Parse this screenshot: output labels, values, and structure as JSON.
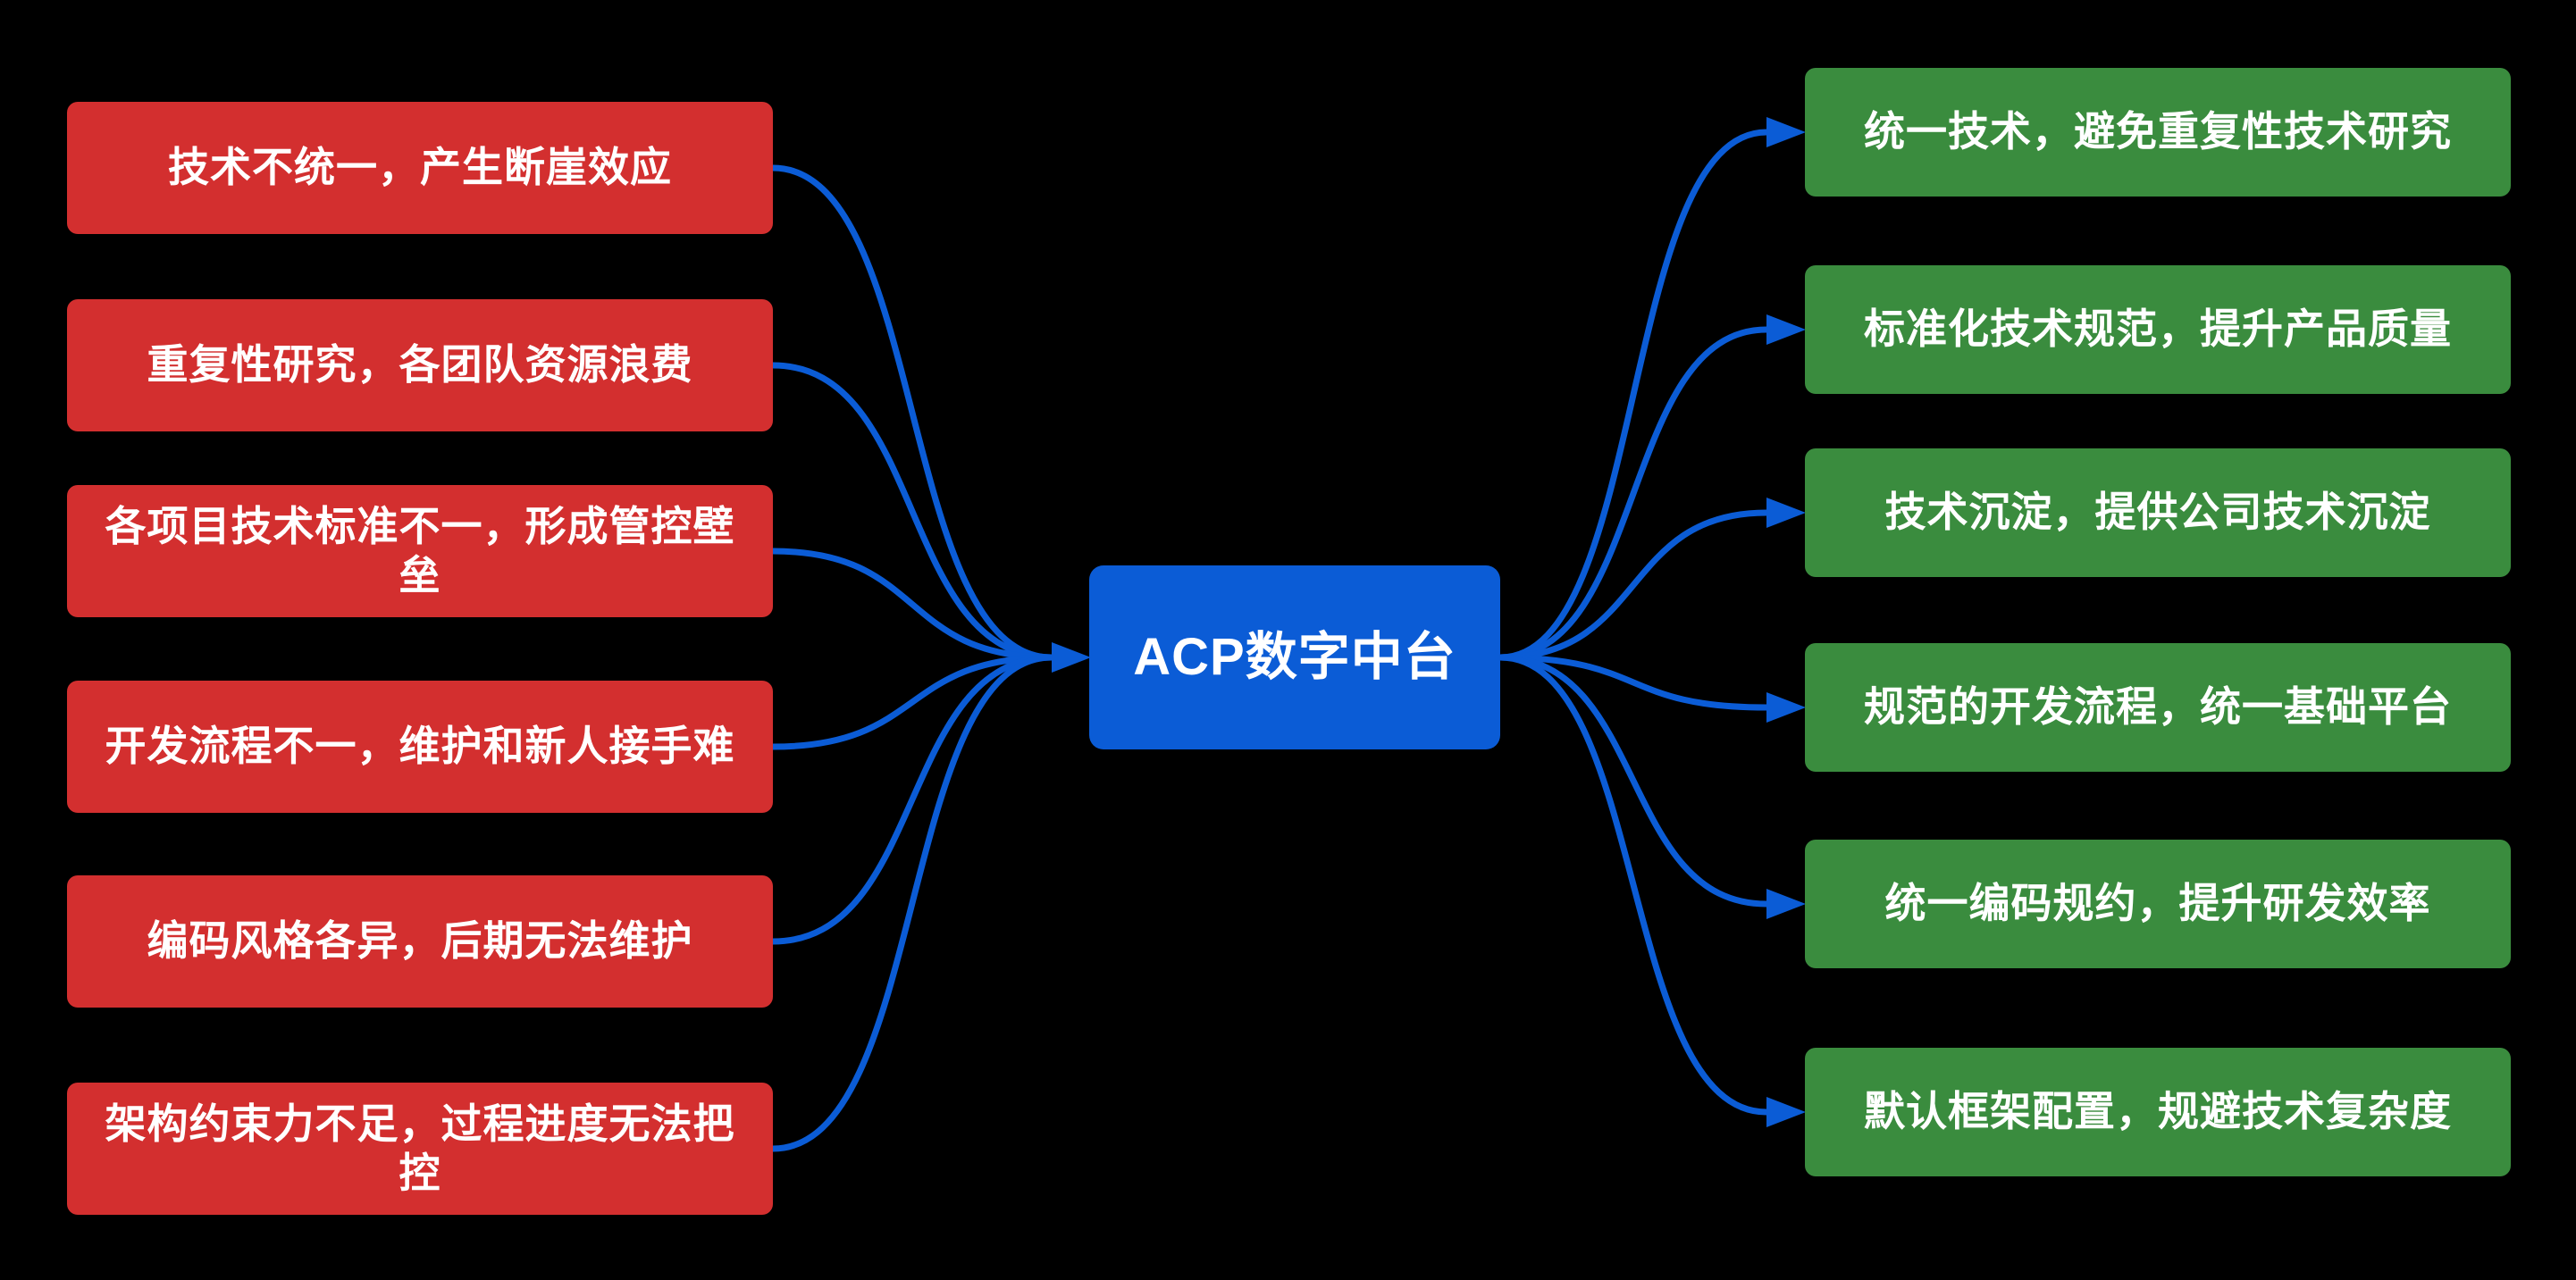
{
  "diagram": {
    "center": {
      "label": "ACP数字中台"
    },
    "problems": [
      "技术不统一，产生断崖效应",
      "重复性研究，各团队资源浪费",
      "各项目技术标准不一，形成管控壁垒",
      "开发流程不一，维护和新人接手难",
      "编码风格各异，后期无法维护",
      "架构约束力不足，过程进度无法把控"
    ],
    "benefits": [
      "统一技术，避免重复性技术研究",
      "标准化技术规范，提升产品质量",
      "技术沉淀，提供公司技术沉淀",
      "规范的开发流程，统一基础平台",
      "统一编码规约，提升研发效率",
      "默认框架配置，规避技术复杂度"
    ],
    "colors": {
      "background": "#000000",
      "problem_box": "#D32F2F",
      "benefit_box": "#3A8C3E",
      "center_box": "#0B5CD6",
      "connector": "#0B5CD6",
      "text": "#FFFFFF"
    }
  }
}
